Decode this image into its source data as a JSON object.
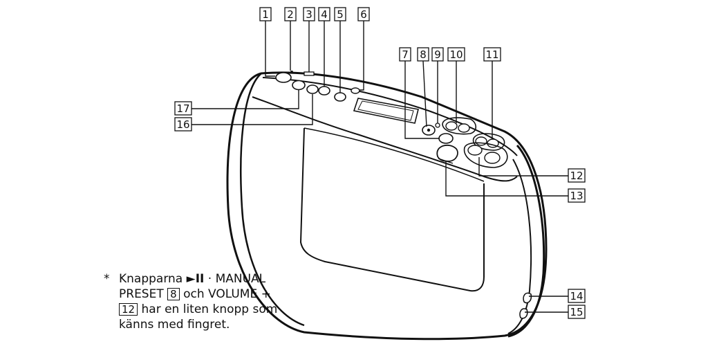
{
  "callouts": [
    "1",
    "2",
    "3",
    "4",
    "5",
    "6",
    "7",
    "8",
    "9",
    "10",
    "11",
    "12",
    "13",
    "14",
    "15",
    "16",
    "17"
  ],
  "footnote": {
    "star": "*",
    "line1_a": "Knapparna ",
    "line1_symbol": "►II",
    "line1_b": " · MANUAL",
    "line2_a": "PRESET ",
    "line2_ref": "8",
    "line2_b": " och VOLUME +",
    "line3_ref": "12",
    "line3_b": " har en liten knopp som",
    "line4": "känns med fingret."
  }
}
